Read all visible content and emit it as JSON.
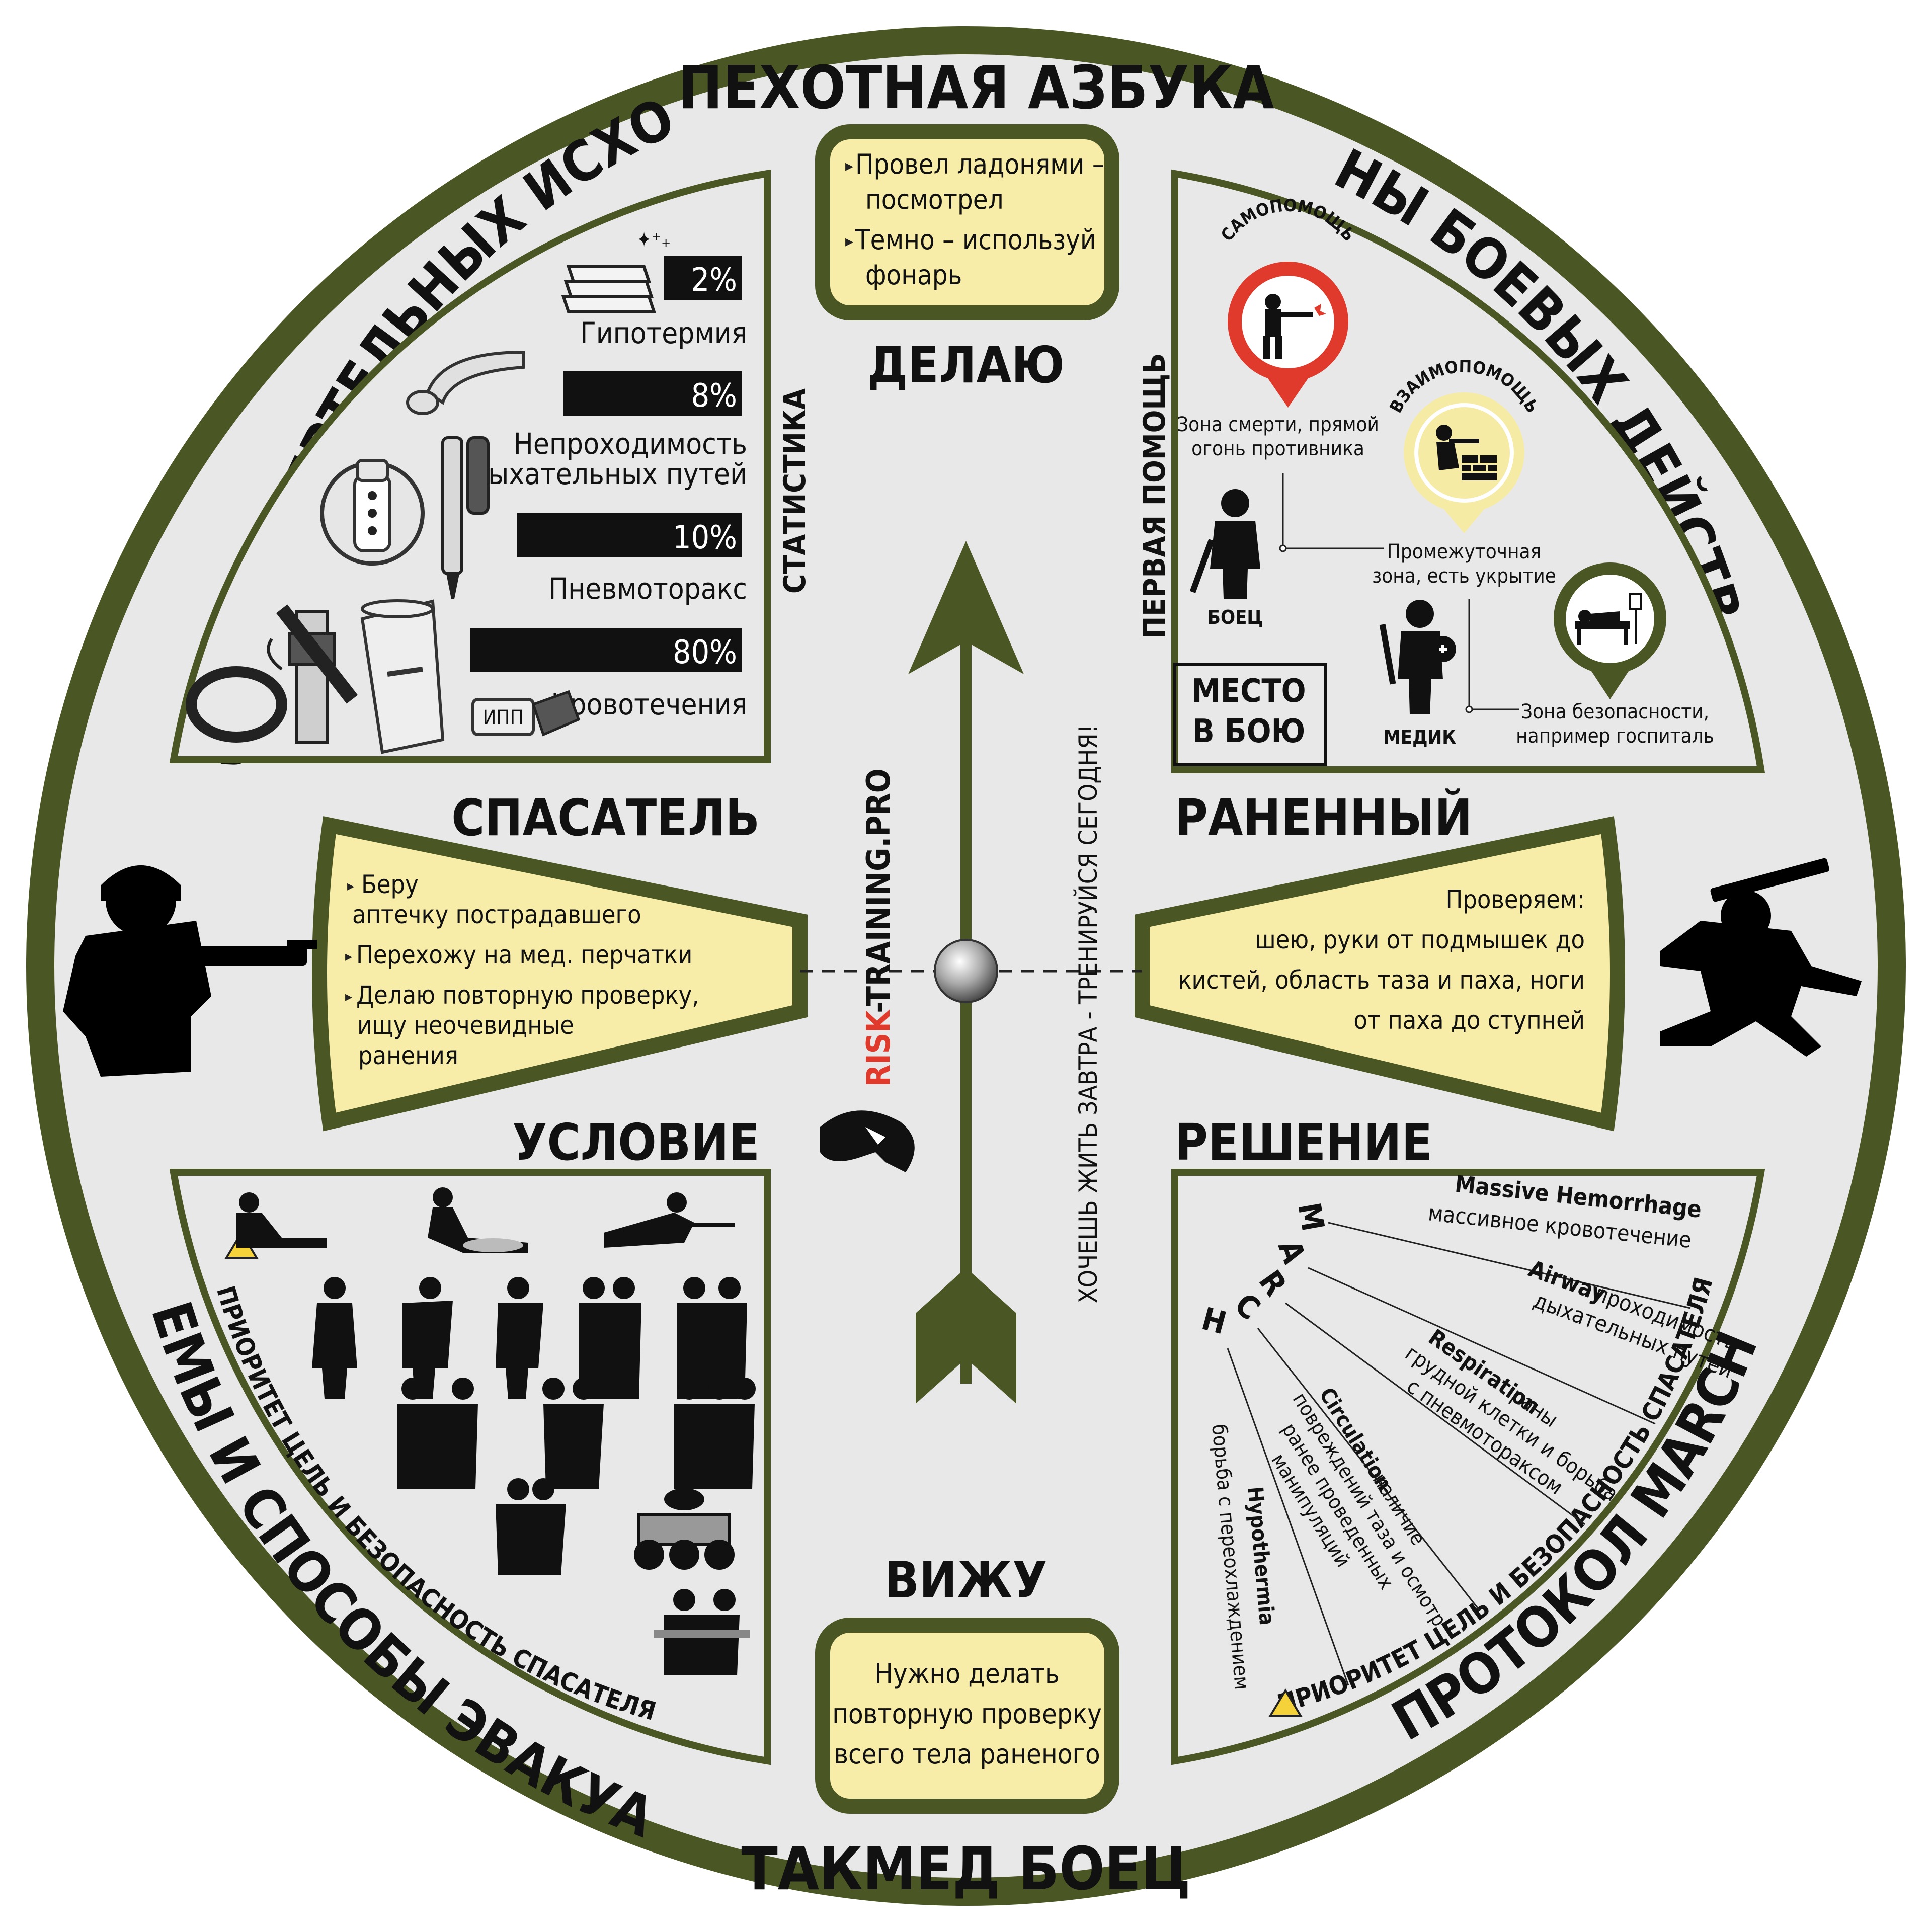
{
  "ring": {
    "top": "ПЕХОТНАЯ АЗБУКА",
    "bottom": "ТАКМЕД БОЕЦ",
    "top_left": "ПРИЧИНЫ СМЕРТЕЛЬНЫХ ИСХОДОВ",
    "top_right": "ЗОНЫ БОЕВЫХ ДЕЙСТВИЙ",
    "bottom_left": "ПРИЕМЫ И СПОСОБЫ ЭВАКУАЦИИ",
    "bottom_right": "ПРОТОКОЛ MARCH"
  },
  "axis": {
    "top": "ДЕЛАЮ",
    "bottom": "ВИЖУ",
    "left": "СПАСАТЕЛЬ",
    "right": "РАНЕННЫЙ",
    "lower_left": "УСЛОВИЕ",
    "lower_right": "РЕШЕНИЕ"
  },
  "top_box": [
    "Провел ладонями –",
    "посмотрел",
    "Темно – используй",
    "фонарь"
  ],
  "bottom_box": [
    "Нужно делать",
    "повторную проверку",
    "всего тела раненого"
  ],
  "rescuer_box": [
    "Беру",
    "аптечку пострадавшего",
    "Перехожу на мед. перчатки",
    "Делаю повторную проверку,",
    "ищу неочевидные",
    "ранения"
  ],
  "wounded_box": [
    "Проверяем:",
    "шею, руки от подмышек до",
    "кистей, область таза и паха, ноги",
    "от паха до ступней"
  ],
  "center": {
    "site_a": "RISK",
    "site_b": "-TRAINING.PRO",
    "motto": "ХОЧЕШЬ ЖИТЬ ЗАВТРА - ТРЕНИРУЙСЯ СЕГОДНЯ!"
  },
  "causes": {
    "side_label": "СТАТИСТИКА",
    "items": [
      {
        "pct": "2%",
        "value": 2,
        "label": [
          "Гипотермия"
        ]
      },
      {
        "pct": "8%",
        "value": 8,
        "label": [
          "Непроходимость",
          "дыхательных путей"
        ]
      },
      {
        "pct": "10%",
        "value": 10,
        "label": [
          "Пневмоторакс"
        ]
      },
      {
        "pct": "80%",
        "value": 80,
        "label": [
          "Кровотечения"
        ]
      }
    ],
    "ipp": "ИПП"
  },
  "zones": {
    "side_label": "ПЕРВАЯ ПОМОЩЬ",
    "self_help": "САМОПОМОЩЬ",
    "mutual_help": "ВЗАИМОПОМОЩЬ",
    "death_zone": [
      "Зона смерти, прямой",
      "огонь противника"
    ],
    "mid_zone": [
      "Промежуточная",
      "зона, есть укрытие"
    ],
    "safe_zone": [
      "Зона безопасности,",
      "например госпиталь"
    ],
    "fighter": "БОЕЦ",
    "medic": "МЕДИК",
    "place": [
      "МЕСТО",
      "В БОЮ"
    ],
    "colors": {
      "death": "#e03a2c",
      "mid": "#f6eba4",
      "safe": "#4a5623"
    }
  },
  "evac": {
    "priority": "ПРИОРИТЕТ ЦЕЛЬ И БЕЗОПАСНОСТЬ СПАСАТЕЛЯ"
  },
  "march": {
    "letters": [
      "M",
      "A",
      "R",
      "C",
      "H"
    ],
    "priority": "ПРИОРИТЕТ ЦЕЛЬ И БЕЗОПАСНОСТЬ СПАСАТЕЛЯ",
    "items": [
      {
        "en": "Massive Hemorrhage",
        "ru": [
          "массивное кровотечение"
        ]
      },
      {
        "en": "Airway",
        "ru": [
          "проходимость",
          "дыхательных путей"
        ]
      },
      {
        "en": "Respiration",
        "ru": [
          "раны",
          "грудной клетки и борьба",
          "с пневмотораксом"
        ]
      },
      {
        "en": "Circulation",
        "ru": [
          "наличие",
          "повреждений таза и осмотр",
          "ранее проведенных",
          "манипуляций"
        ]
      },
      {
        "en": "Hypothermia",
        "ru": [
          "борьба с переохлаждением"
        ]
      }
    ]
  },
  "colors": {
    "olive": "#4a5623",
    "cream": "#f7eda8",
    "panel": "#e8e8e8",
    "red": "#e03a2c"
  }
}
